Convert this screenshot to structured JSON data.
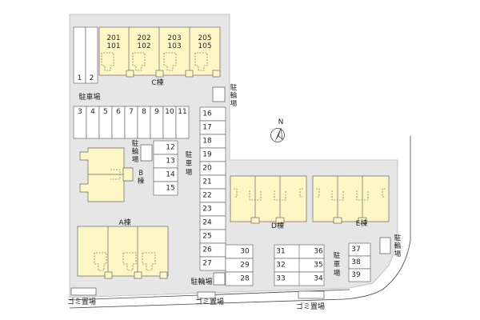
{
  "colors": {
    "building_fill": "#fdf7c6",
    "lot_fill": "#e6e6e6",
    "outline": "#555555"
  },
  "compass_label": "N",
  "compass_icon": "north-arrow-icon",
  "buildings": {
    "A": "A棟",
    "B": "B棟",
    "C": "C棟",
    "D": "D棟",
    "E": "E棟"
  },
  "c_units": {
    "upper": [
      "201",
      "202",
      "203",
      "205"
    ],
    "lower": [
      "101",
      "102",
      "103",
      "105"
    ]
  },
  "parking_label": "駐車場",
  "bicycle_label": "駐輪場",
  "garbage_label": "ゴミ置場",
  "slots": {
    "s1": "1",
    "s2": "2",
    "s3": "3",
    "s4": "4",
    "s5": "5",
    "s6": "6",
    "s7": "7",
    "s8": "8",
    "s9": "9",
    "s10": "10",
    "s11": "11",
    "s12": "12",
    "s13": "13",
    "s14": "14",
    "s15": "15",
    "s16": "16",
    "s17": "17",
    "s18": "18",
    "s19": "19",
    "s20": "20",
    "s21": "21",
    "s22": "22",
    "s23": "23",
    "s24": "24",
    "s25": "25",
    "s26": "26",
    "s27": "27",
    "s28": "28",
    "s29": "29",
    "s30": "30",
    "s31": "31",
    "s32": "32",
    "s33": "33",
    "s34": "34",
    "s35": "35",
    "s36": "36",
    "s37": "37",
    "s38": "38",
    "s39": "39"
  }
}
